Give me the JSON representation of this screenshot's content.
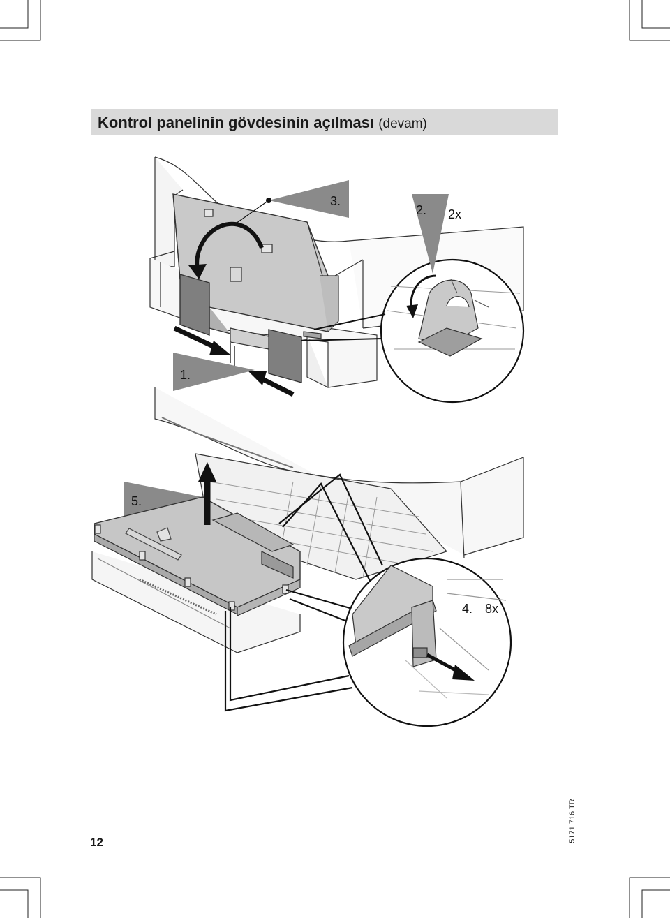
{
  "page": {
    "title": "Kontrol panelinin gövdesinin açılması",
    "title_suffix": "(devam)",
    "page_number": "12",
    "doc_code": "5171 716 TR"
  },
  "figure": {
    "steps": {
      "step1": "1.",
      "step2": "2.",
      "step2_count": "2x",
      "step3": "3.",
      "step4": "4.",
      "step4_count": "8x",
      "step5": "5."
    }
  }
}
